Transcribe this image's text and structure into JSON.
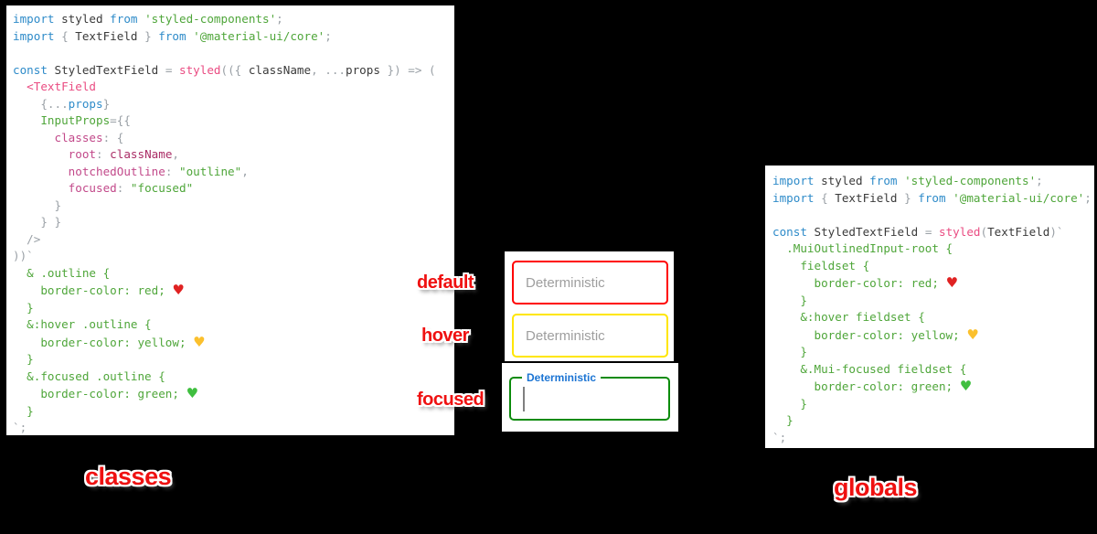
{
  "captions": {
    "classes": "classes",
    "globals": "globals"
  },
  "state_labels": [
    {
      "text": "default"
    },
    {
      "text": "hover"
    },
    {
      "text": "focused"
    }
  ],
  "textfields": {
    "default": {
      "placeholder": "Deterministic",
      "border_color": "#ff0000"
    },
    "hover": {
      "placeholder": "Deterministic",
      "border_color": "#ffe600"
    },
    "focused": {
      "label": "Deterministic",
      "border_color": "#0c8b0c",
      "label_color": "#1b74d3"
    }
  },
  "colors": {
    "keyword_blue": "#2e8bc9",
    "string_green": "#4fa63a",
    "function_pink": "#ea4c82",
    "object_key_magenta": "#c2498a",
    "value_crimson": "#aa2d66",
    "punctuation_gray": "#9aa0a6",
    "identifier_dark": "#3a3a3a",
    "label_red": "#ef1111",
    "placeholder_gray": "#9e9e9e",
    "heart_red": "#e02222",
    "heart_yellow": "#fbc02d",
    "heart_green": "#3fbf3f"
  },
  "code_left": {
    "lines": [
      [
        {
          "c": "kw",
          "t": "import"
        },
        {
          "c": "id",
          "t": " styled "
        },
        {
          "c": "kw",
          "t": "from"
        },
        {
          "c": "st",
          "t": " 'styled-components'"
        },
        {
          "c": "pu",
          "t": ";"
        }
      ],
      [
        {
          "c": "kw",
          "t": "import"
        },
        {
          "c": "pu",
          "t": " { "
        },
        {
          "c": "id",
          "t": "TextField"
        },
        {
          "c": "pu",
          "t": " } "
        },
        {
          "c": "kw",
          "t": "from"
        },
        {
          "c": "st",
          "t": " '@material-ui/core'"
        },
        {
          "c": "pu",
          "t": ";"
        }
      ],
      [],
      [
        {
          "c": "kw",
          "t": "const"
        },
        {
          "c": "id",
          "t": " StyledTextField "
        },
        {
          "c": "pu",
          "t": "= "
        },
        {
          "c": "fn",
          "t": "styled"
        },
        {
          "c": "pu",
          "t": "(({ "
        },
        {
          "c": "id",
          "t": "className"
        },
        {
          "c": "pu",
          "t": ", ..."
        },
        {
          "c": "id",
          "t": "props"
        },
        {
          "c": "pu",
          "t": " }) => ("
        }
      ],
      [
        {
          "c": "fn",
          "t": "  <TextField"
        }
      ],
      [
        {
          "c": "pu",
          "t": "    {..."
        },
        {
          "c": "kw",
          "t": "props"
        },
        {
          "c": "pu",
          "t": "}"
        }
      ],
      [
        {
          "c": "st",
          "t": "    InputProps"
        },
        {
          "c": "pu",
          "t": "={{"
        }
      ],
      [
        {
          "c": "key",
          "t": "      classes"
        },
        {
          "c": "pu",
          "t": ": {"
        }
      ],
      [
        {
          "c": "key",
          "t": "        root"
        },
        {
          "c": "pu",
          "t": ": "
        },
        {
          "c": "val",
          "t": "className"
        },
        {
          "c": "pu",
          "t": ","
        }
      ],
      [
        {
          "c": "key",
          "t": "        notchedOutline"
        },
        {
          "c": "pu",
          "t": ": "
        },
        {
          "c": "st",
          "t": "\"outline\""
        },
        {
          "c": "pu",
          "t": ","
        }
      ],
      [
        {
          "c": "key",
          "t": "        focused"
        },
        {
          "c": "pu",
          "t": ": "
        },
        {
          "c": "st",
          "t": "\"focused\""
        }
      ],
      [
        {
          "c": "pu",
          "t": "      }"
        }
      ],
      [
        {
          "c": "pu",
          "t": "    } }"
        }
      ],
      [
        {
          "c": "pu",
          "t": "  />"
        }
      ],
      [
        {
          "c": "pu",
          "t": "))`"
        }
      ],
      [
        {
          "c": "css",
          "t": "  & .outline {"
        }
      ],
      [
        {
          "c": "css",
          "t": "    border-color: red; "
        },
        {
          "c": "hr",
          "t": "♥"
        }
      ],
      [
        {
          "c": "css",
          "t": "  }"
        }
      ],
      [
        {
          "c": "css",
          "t": "  &:hover .outline {"
        }
      ],
      [
        {
          "c": "css",
          "t": "    border-color: yellow; "
        },
        {
          "c": "hy",
          "t": "♥"
        }
      ],
      [
        {
          "c": "css",
          "t": "  }"
        }
      ],
      [
        {
          "c": "css",
          "t": "  &.focused .outline {"
        }
      ],
      [
        {
          "c": "css",
          "t": "    border-color: green; "
        },
        {
          "c": "hg",
          "t": "♥"
        }
      ],
      [
        {
          "c": "css",
          "t": "  }"
        }
      ],
      [
        {
          "c": "pu",
          "t": "`;"
        }
      ]
    ]
  },
  "code_right": {
    "lines": [
      [
        {
          "c": "kw",
          "t": "import"
        },
        {
          "c": "id",
          "t": " styled "
        },
        {
          "c": "kw",
          "t": "from"
        },
        {
          "c": "st",
          "t": " 'styled-components'"
        },
        {
          "c": "pu",
          "t": ";"
        }
      ],
      [
        {
          "c": "kw",
          "t": "import"
        },
        {
          "c": "pu",
          "t": " { "
        },
        {
          "c": "id",
          "t": "TextField"
        },
        {
          "c": "pu",
          "t": " } "
        },
        {
          "c": "kw",
          "t": "from"
        },
        {
          "c": "st",
          "t": " '@material-ui/core'"
        },
        {
          "c": "pu",
          "t": ";"
        }
      ],
      [],
      [
        {
          "c": "kw",
          "t": "const"
        },
        {
          "c": "id",
          "t": " StyledTextField "
        },
        {
          "c": "pu",
          "t": "= "
        },
        {
          "c": "fn",
          "t": "styled"
        },
        {
          "c": "pu",
          "t": "("
        },
        {
          "c": "id",
          "t": "TextField"
        },
        {
          "c": "pu",
          "t": ")`"
        }
      ],
      [
        {
          "c": "css",
          "t": "  .MuiOutlinedInput-root {"
        }
      ],
      [
        {
          "c": "css",
          "t": "    fieldset {"
        }
      ],
      [
        {
          "c": "css",
          "t": "      border-color: red; "
        },
        {
          "c": "hr",
          "t": "♥"
        }
      ],
      [
        {
          "c": "css",
          "t": "    }"
        }
      ],
      [
        {
          "c": "css",
          "t": "    &:hover fieldset {"
        }
      ],
      [
        {
          "c": "css",
          "t": "      border-color: yellow; "
        },
        {
          "c": "hy",
          "t": "♥"
        }
      ],
      [
        {
          "c": "css",
          "t": "    }"
        }
      ],
      [
        {
          "c": "css",
          "t": "    &.Mui-focused fieldset {"
        }
      ],
      [
        {
          "c": "css",
          "t": "      border-color: green; "
        },
        {
          "c": "hg",
          "t": "♥"
        }
      ],
      [
        {
          "c": "css",
          "t": "    }"
        }
      ],
      [
        {
          "c": "css",
          "t": "  }"
        }
      ],
      [
        {
          "c": "pu",
          "t": "`;"
        }
      ]
    ]
  }
}
